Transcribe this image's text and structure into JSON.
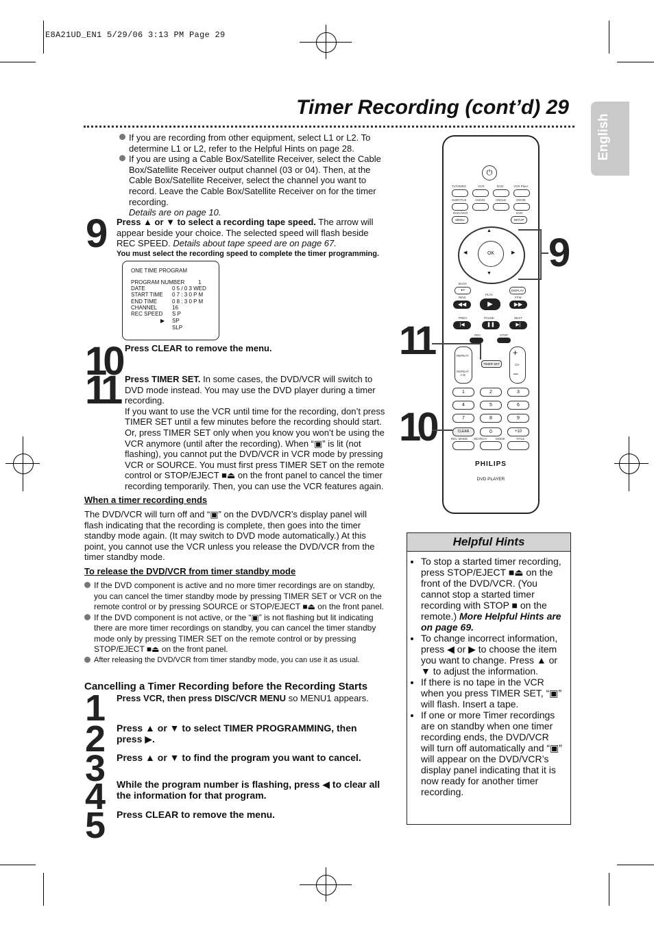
{
  "slug": "E8A21UD_EN1  5/29/06  3:13 PM  Page 29",
  "page_title": "Timer Recording (cont’d)  29",
  "language_tab": "English",
  "intro_bullets": [
    "If you are recording from other equipment, select L1 or L2. To determine L1 or L2, refer to the Helpful Hints on page 28.",
    "If you are using a Cable Box/Satellite Receiver, select the Cable Box/Satellite Receiver output channel (03 or 04). Then, at the Cable Box/Satellite Receiver, select the channel you want to record. Leave the Cable Box/Satellite Receiver on for the timer recording."
  ],
  "intro_details": "Details are on page 10.",
  "step9": {
    "num": "9",
    "bold": "Press ▲ or ▼ to select a recording tape speed.",
    "text": " The arrow will appear beside your choice. The selected speed will flash beside REC SPEED. ",
    "italic": "Details about tape speed are on page 67.",
    "note": "You must select the recording speed to complete the timer programming."
  },
  "osd": {
    "title": "ONE TIME PROGRAM",
    "rows": [
      {
        "label": "PROGRAM NUMBER",
        "value": "1"
      },
      {
        "label": "DATE",
        "value": "0 5 / 0 3  WED"
      },
      {
        "label": "START TIME",
        "value": "0 7 : 3 0  P M"
      },
      {
        "label": "END   TIME",
        "value": "0 8 : 3 0  P M"
      },
      {
        "label": "CHANNEL",
        "value": "16"
      },
      {
        "label": "REC SPEED",
        "value": "S P"
      }
    ],
    "speeds": [
      "SP",
      "SLP"
    ]
  },
  "step10": {
    "num": "10",
    "text": "Press CLEAR to remove the menu."
  },
  "step11": {
    "num": "11",
    "bold": "Press TIMER SET.",
    "text": " In some cases, the DVD/VCR will switch to DVD mode instead. You may use the DVD player during a timer recording.",
    "para2": "If you want to use the VCR until time for the recording, don’t press TIMER SET until a few minutes before the recording should start. Or, press TIMER SET only when you know you won’t be using the VCR anymore (until after the recording). When “▣” is lit (not flashing), you cannot put the DVD/VCR in VCR mode by pressing VCR or SOURCE. You must first press TIMER SET on the remote control or STOP/EJECT ■⏏ on the front panel to cancel the timer recording temporarily. Then, you can use the VCR features again."
  },
  "ends_section": {
    "heading": "When a timer recording ends",
    "text": "The DVD/VCR will turn off and “▣” on the DVD/VCR’s display panel will flash indicating that the recording is complete, then goes into the timer standby mode again. (It may switch to DVD mode automatically.) At this point, you cannot use the VCR unless you release the DVD/VCR from the timer standby mode."
  },
  "release_section": {
    "heading": "To release the DVD/VCR from timer standby mode",
    "bullets": [
      "If the DVD component is active and no more timer recordings are on standby, you can cancel the timer standby mode by pressing TIMER SET or VCR on the remote control or by pressing SOURCE or STOP/EJECT ■⏏ on the front panel.",
      "If the DVD component is not active, or the “▣” is not flashing but lit indicating there are more timer recordings on standby, you can cancel the timer standby mode only by pressing TIMER SET on the remote control or by pressing STOP/EJECT ■⏏ on the front panel.",
      "After releasing the DVD/VCR from timer standby mode, you can use it as usual."
    ]
  },
  "cancel_section": {
    "heading": "Cancelling a Timer Recording before the Recording Starts",
    "steps": [
      {
        "num": "1",
        "bold": "Press VCR, then press DISC/VCR MENU",
        "text": " so MENU1 appears."
      },
      {
        "num": "2",
        "bold": "Press ▲ or ▼ to select TIMER PROGRAMMING, then press ▶.",
        "text": ""
      },
      {
        "num": "3",
        "bold": "Press ▲ or ▼ to find the program you want to cancel.",
        "text": ""
      },
      {
        "num": "4",
        "bold": "While the program number is flashing, press ◀ to clear all the information for that program.",
        "text": ""
      },
      {
        "num": "5",
        "bold": "Press CLEAR to remove the menu.",
        "text": ""
      }
    ]
  },
  "remote": {
    "top_labels": [
      "TV/VIDEO",
      "VCR",
      "DVD",
      "VCR Plus+"
    ],
    "row2_labels": [
      "SUBTITLE",
      "AUDIO",
      "ANGLE",
      "ZOOM"
    ],
    "row3_labels": [
      "DISC/VCR",
      "DVD"
    ],
    "row3_buttons": [
      "MENU",
      "SETUP"
    ],
    "ok": "OK",
    "back": "BACK",
    "display": "DISPLAY",
    "transport_labels": [
      "REW",
      "PLAY",
      "FFW"
    ],
    "transport2_labels": [
      "PREV",
      "PAUSE",
      "NEXT"
    ],
    "rec_labels": [
      "REC",
      "STOP"
    ],
    "repeat": "REPEAT",
    "repeat_ab": "REPEAT A-B",
    "timer_set": "TIMER SET",
    "ch": "CH",
    "numbers": [
      "1",
      "2",
      "3",
      "4",
      "5",
      "6",
      "7",
      "8",
      "9",
      "CLEAR",
      "0",
      "+10"
    ],
    "bottom_labels": [
      "REC MODE",
      "SEARCH",
      "MODE",
      "TITLE"
    ],
    "brand": "PHILIPS",
    "model": "DVD PLAYER",
    "callouts": [
      "9",
      "11",
      "10"
    ]
  },
  "helpful_hints": {
    "title": "Helpful Hints",
    "items": [
      "To stop a started timer recording, press STOP/EJECT ■⏏ on the front of the DVD/VCR. (You cannot stop a started timer recording with STOP ■ on the remote.)",
      "To change incorrect information, press ◀ or ▶ to choose the item you want to change. Press ▲ or ▼ to adjust the information.",
      "If there is no tape in the VCR when you press TIMER SET, “▣” will flash. Insert a tape.",
      "If one or more Timer recordings are on standby when one timer recording ends, the DVD/VCR will turn off automatically and “▣” will appear on the DVD/VCR’s display panel indicating that it is now ready for another timer recording."
    ],
    "more_hints": "More Helpful Hints are on page 69."
  }
}
